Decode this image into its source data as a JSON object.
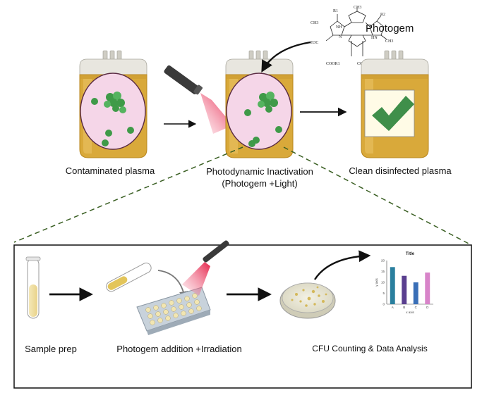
{
  "top": {
    "bags": [
      {
        "label": "Contaminated plasma"
      },
      {
        "label_line1": "Photodynamic Inactivation",
        "label_line2": "(Photogem +Light)"
      },
      {
        "label": "Clean disinfected plasma"
      }
    ],
    "molecule": {
      "label": "Photogem",
      "atoms": {
        "r1": "R1",
        "r2": "R2",
        "ch3": "CH3",
        "h3c": "H3C",
        "nh": "NH",
        "hn": "HN",
        "n": "N",
        "coor_left": "COOR1",
        "coor_right": "COOR2"
      }
    }
  },
  "bottom": {
    "steps": [
      {
        "label": "Sample prep"
      },
      {
        "label": "Photogem addition +Irradiation"
      },
      {
        "label": "CFU Counting & Data Analysis"
      }
    ],
    "mini_chart": {
      "chart_data": {
        "type": "bar",
        "title": "Title",
        "xlabel": "x axis",
        "ylabel": "y axis",
        "categories": [
          "A",
          "B",
          "C",
          "D"
        ],
        "values": [
          17,
          13,
          10,
          14.5
        ],
        "ylim": [
          0,
          20
        ],
        "yticks": [
          0,
          5,
          10,
          15,
          20
        ],
        "colors": [
          "#2a7f9e",
          "#5a3f8f",
          "#3a6fb7",
          "#d884c9"
        ]
      }
    }
  },
  "colors": {
    "plasma": "#d9a93a",
    "plasma_dark": "#b8861d",
    "bag_top": "#e8e6df",
    "inset": "#f5d6e8",
    "bacteria": "#3f9a48",
    "bacteria_light": "#55b35f",
    "check_green": "#3f8f4a",
    "laser": "#e3163f",
    "dashed_line": "#3a5f23"
  }
}
